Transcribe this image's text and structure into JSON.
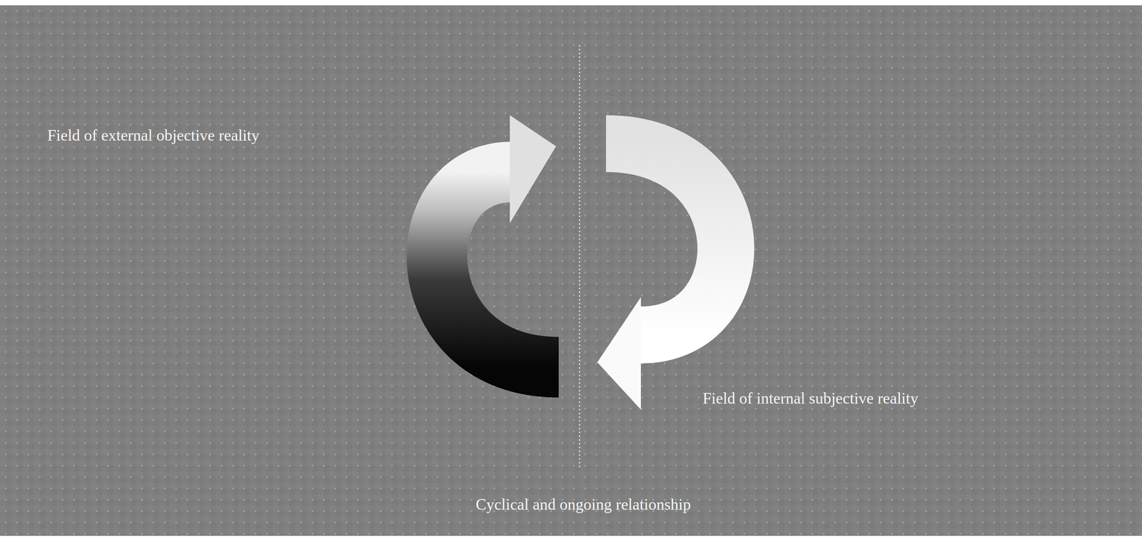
{
  "diagram": {
    "labels": [
      "Field of external objective reality",
      "Field of internal subjective reality",
      "Cyclical and ongoing relationship"
    ]
  }
}
